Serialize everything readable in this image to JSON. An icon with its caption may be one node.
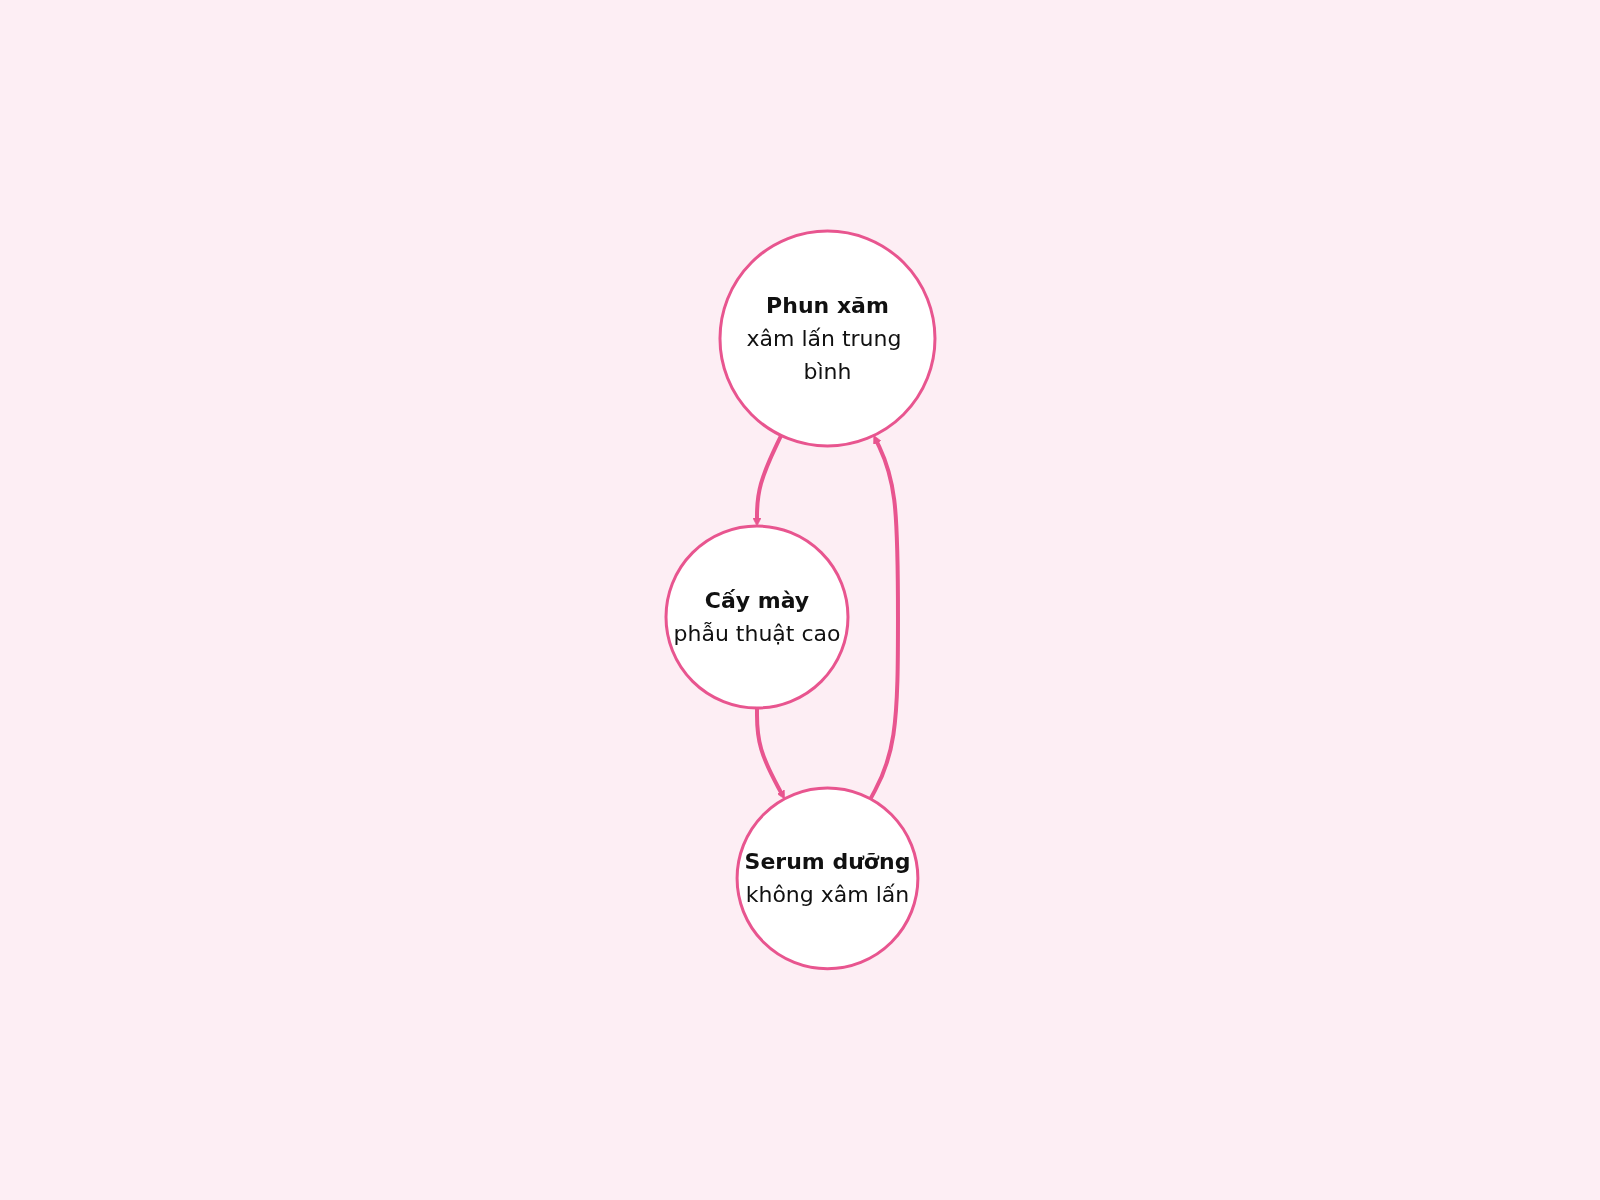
{
  "diagram": {
    "nodes": [
      {
        "text": [
          "Phun xăm",
          "xâm lấn trung bình"
        ]
      },
      {
        "text": [
          "Cấy mày",
          "phẫu thuật cao"
        ]
      },
      {
        "text": [
          "Serum dưỡng",
          "không xâm lấn"
        ]
      }
    ],
    "edges": [
      {
        "from": 0,
        "to": 1,
        "arrow": "to"
      },
      {
        "from": 1,
        "to": 2,
        "arrow": "to"
      },
      {
        "from": 2,
        "to": 0,
        "arrow": "to"
      }
    ]
  }
}
